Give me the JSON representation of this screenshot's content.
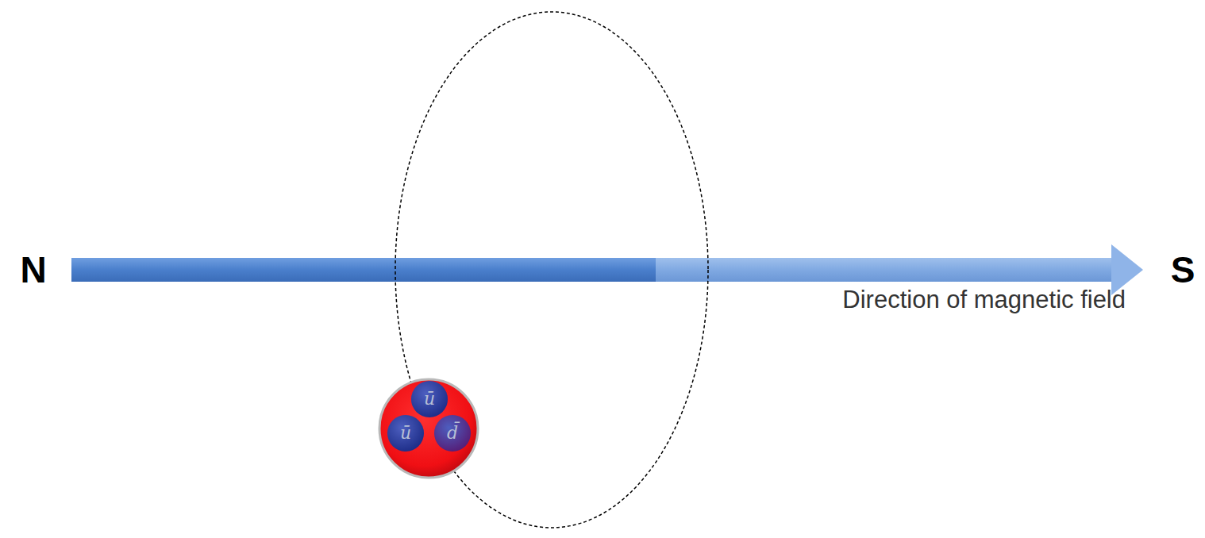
{
  "diagram": {
    "nodes": [
      {
        "text": [
          "ū"
        ]
      },
      {
        "text": [
          "ū"
        ]
      },
      {
        "text": [
          "d̄"
        ]
      }
    ],
    "labels": [
      "N",
      "Direction of magnetic field",
      "S"
    ]
  }
}
